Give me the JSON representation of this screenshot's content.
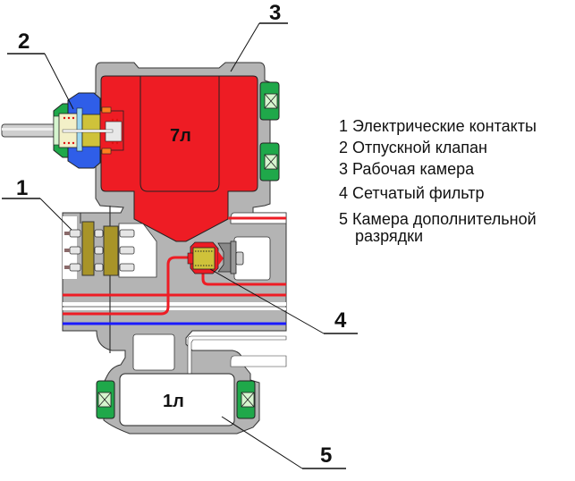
{
  "diagram": {
    "type": "technical-cross-section",
    "callouts": [
      {
        "id": "1",
        "label": "1"
      },
      {
        "id": "2",
        "label": "2"
      },
      {
        "id": "3",
        "label": "3"
      },
      {
        "id": "4",
        "label": "4"
      },
      {
        "id": "5",
        "label": "5"
      }
    ],
    "volumes": {
      "working_chamber": "7л",
      "extra_chamber": "1л"
    },
    "legend": [
      {
        "num": "1",
        "text": "Электрические контакты"
      },
      {
        "num": "2",
        "text": "Отпускной клапан"
      },
      {
        "num": "3",
        "text": "Рабочая камера"
      },
      {
        "num": "4",
        "text": "Сетчатый фильтр"
      },
      {
        "num": "5",
        "text": "Камера дополнительной",
        "text2": "разрядки"
      }
    ],
    "colors": {
      "body": "#b4b4b4",
      "chamber": "#ee1c24",
      "seal": "#1fa84a",
      "valve_blue": "#2f5ee8",
      "contact_brass": "#a89428",
      "air_line_blue": "#1a1aff",
      "orange": "#ff7f1e"
    }
  }
}
